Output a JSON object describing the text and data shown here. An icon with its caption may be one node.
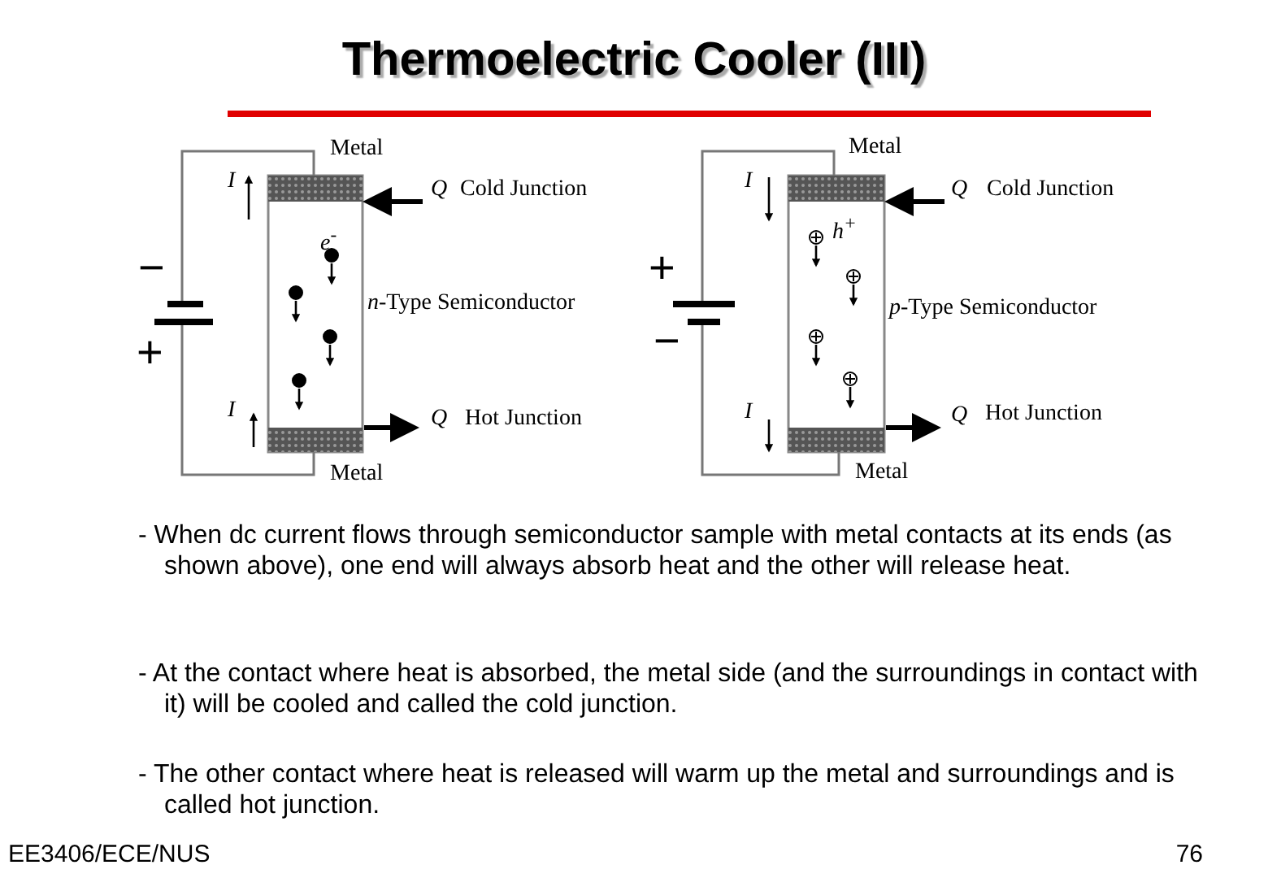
{
  "diagram": {
    "title": "Thermoelectric Cooler (III)",
    "labels": [
      "Metal",
      "I",
      "Q",
      "Cold Junction",
      "−",
      "e$^{-}$",
      "*n*-Type Semiconductor",
      "+",
      "I",
      "Q",
      "Hot Junction",
      "Metal",
      "Metal",
      "I",
      "Q",
      "Cold Junction",
      "h$^{+}$",
      "+",
      "*p*-Type Semiconductor",
      "−",
      "I",
      "Q",
      "Hot Junction",
      "Metal",
      "- When dc current flows through semiconductor sample with metal contacts at its ends (as shown above), one end will always absorb heat and the other will release heat.",
      "- At the contact where heat is absorbed, the metal side (and the surroundings in contact with it) will be cooled and called the cold junction.",
      "- The other contact where heat is released will warm up the metal and surroundings and is called hot junction.",
      "EE3406/ECE/NUS",
      "76"
    ]
  }
}
